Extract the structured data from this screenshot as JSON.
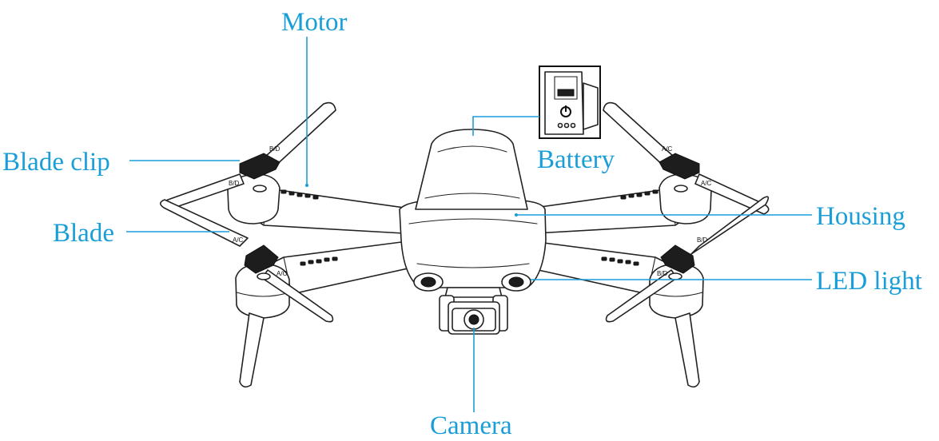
{
  "colors": {
    "callout": "#1a9ed8",
    "line": "#222222"
  },
  "labels": {
    "motor": "Motor",
    "blade_clip": "Blade clip",
    "blade": "Blade",
    "battery": "Battery",
    "housing": "Housing",
    "led_light": "LED light",
    "camera": "Camera"
  },
  "blade_marks": {
    "bd": "B/D",
    "ac": "A/C"
  }
}
